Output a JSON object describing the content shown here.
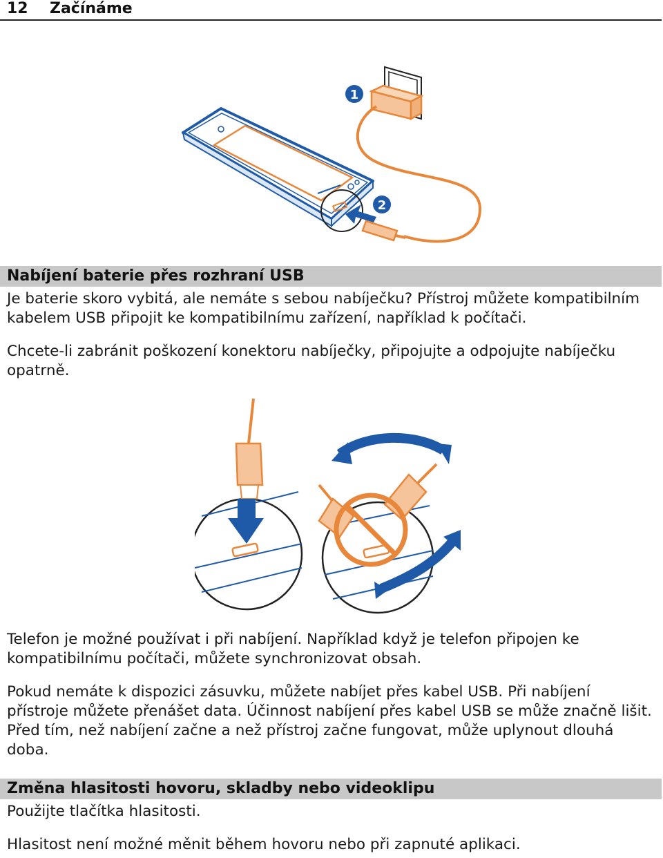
{
  "header": {
    "page_number": "12",
    "title": "Začínáme"
  },
  "figure1": {
    "callout1": "1",
    "callout2": "2"
  },
  "section1": {
    "title": "Nabíjení baterie přes rozhraní USB",
    "p1": "Je baterie skoro vybitá, ale nemáte s sebou nabíječku? Přístroj můžete kompatibilním kabelem USB připojit ke kompatibilnímu zařízení, například k počítači.",
    "p2": "Chcete-li zabránit poškození konektoru nabíječky, připojujte a odpojujte nabíječku opatrně.",
    "p3": "Telefon je možné používat i při nabíjení. Například když je telefon připojen ke kompatibilnímu počítači, můžete synchronizovat obsah.",
    "p4": "Pokud nemáte k dispozici zásuvku, můžete nabíjet přes kabel USB. Při nabíjení přístroje můžete přenášet data. Účinnost nabíjení přes kabel USB se může značně lišit. Před tím, než nabíjení začne a než přístroj začne fungovat, může uplynout dlouhá doba."
  },
  "section2": {
    "title": "Změna hlasitosti hovoru, skladby nebo videoklipu",
    "p1": "Použijte tlačítka hlasitosti.",
    "p2": "Hlasitost není možné měnit během hovoru nebo při zapnuté aplikaci."
  },
  "colors": {
    "blue": "#1e5aa8",
    "orange": "#e8873a",
    "orange_fill": "#f5c49a",
    "bar_gray": "#c8c8c8"
  }
}
